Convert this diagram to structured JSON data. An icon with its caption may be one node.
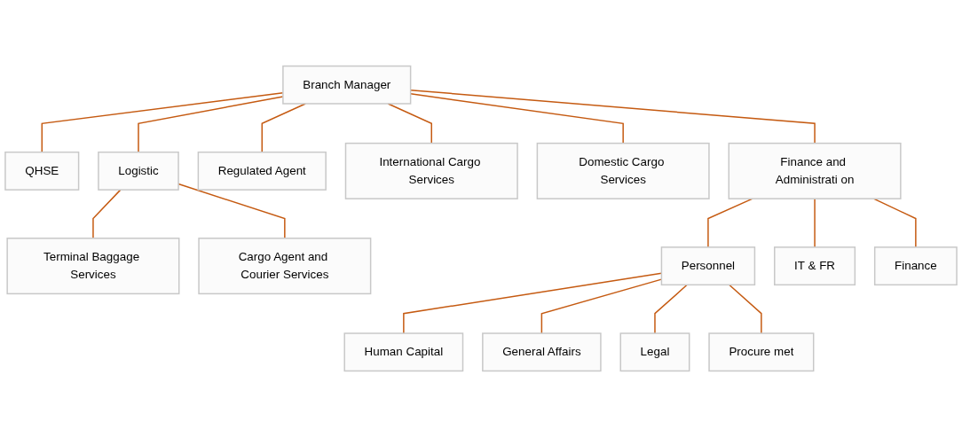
{
  "diagram": {
    "nodes": [
      {
        "text": [
          "Branch Manager"
        ]
      },
      {
        "text": [
          "QHSE"
        ]
      },
      {
        "text": [
          "Logistic"
        ]
      },
      {
        "text": [
          "Regulated Agent"
        ]
      },
      {
        "text": [
          "International Cargo Services"
        ]
      },
      {
        "text": [
          "Domestic Cargo Services"
        ]
      },
      {
        "text": [
          "Finance and Administrati on"
        ]
      },
      {
        "text": [
          "Terminal Baggage Services"
        ]
      },
      {
        "text": [
          "Cargo Agent and Courier Services"
        ]
      },
      {
        "text": [
          "Personnel"
        ]
      },
      {
        "text": [
          "IT & FR"
        ]
      },
      {
        "text": [
          "Finance"
        ]
      },
      {
        "text": [
          "Human Capital"
        ]
      },
      {
        "text": [
          "General Affairs"
        ]
      },
      {
        "text": [
          "Legal"
        ]
      },
      {
        "text": [
          "Procure met"
        ]
      }
    ],
    "edges": [
      {
        "from": 0,
        "to": 1,
        "arrow": "none"
      },
      {
        "from": 0,
        "to": 2,
        "arrow": "none"
      },
      {
        "from": 0,
        "to": 3,
        "arrow": "none"
      },
      {
        "from": 0,
        "to": 4,
        "arrow": "none"
      },
      {
        "from": 0,
        "to": 5,
        "arrow": "none"
      },
      {
        "from": 0,
        "to": 6,
        "arrow": "none"
      },
      {
        "from": 2,
        "to": 7,
        "arrow": "none"
      },
      {
        "from": 2,
        "to": 8,
        "arrow": "none"
      },
      {
        "from": 6,
        "to": 9,
        "arrow": "none"
      },
      {
        "from": 6,
        "to": 10,
        "arrow": "none"
      },
      {
        "from": 6,
        "to": 11,
        "arrow": "none"
      },
      {
        "from": 9,
        "to": 12,
        "arrow": "none"
      },
      {
        "from": 9,
        "to": 13,
        "arrow": "none"
      },
      {
        "from": 9,
        "to": 14,
        "arrow": "none"
      },
      {
        "from": 9,
        "to": 15,
        "arrow": "none"
      }
    ]
  }
}
